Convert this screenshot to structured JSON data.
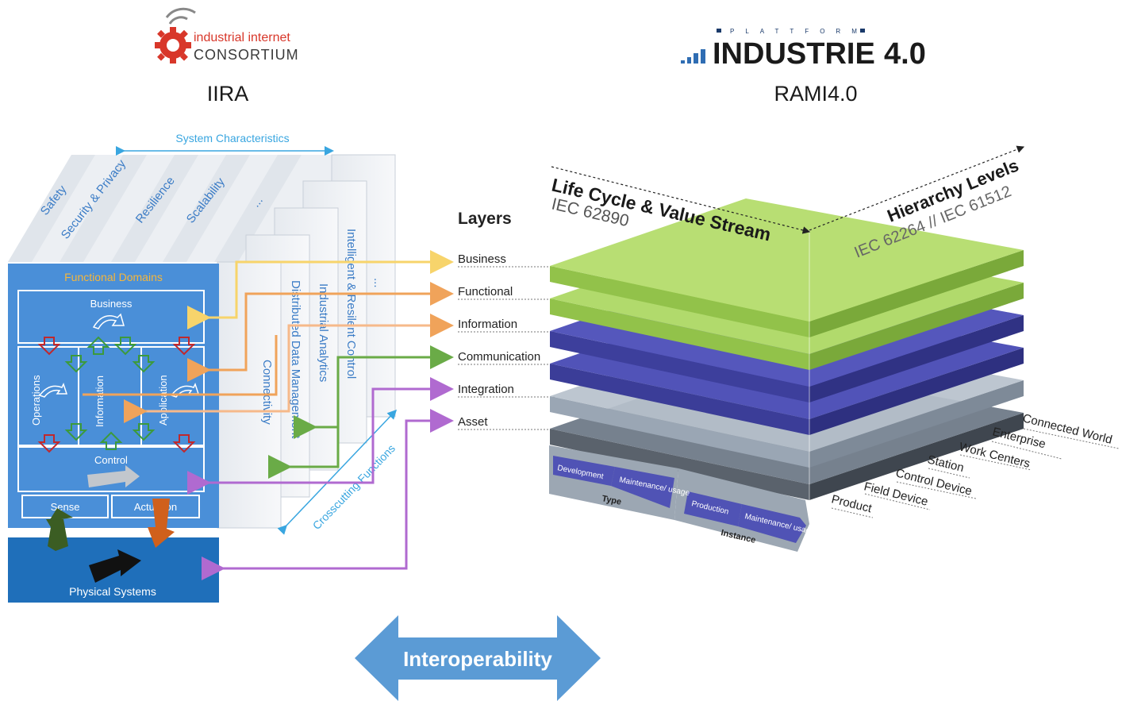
{
  "logos": {
    "iic_line1": "industrial internet",
    "iic_line2": "CONSORTIUM",
    "platform_word": "PLATTFORM",
    "industrie_word": "INDUSTRIE",
    "version": "4.0"
  },
  "titles": {
    "left": "IIRA",
    "right": "RAMI4.0"
  },
  "iira": {
    "system_characteristics": "System Characteristics",
    "characteristics": [
      "Safety",
      "Security & Privacy",
      "Resilience",
      "Scalability",
      "..."
    ],
    "functional_domains": "Functional Domains",
    "domains": {
      "business": "Business",
      "operations": "Operations",
      "information": "Information",
      "application": "Application",
      "control": "Control",
      "sense": "Sense",
      "actuation": "Actuation"
    },
    "physical_systems": "Physical Systems",
    "crosscutting_functions": "Crosscutting Functions",
    "crosscutting": [
      "Connectivity",
      "Distributed Data Management",
      "Industrial Analytics",
      "Intelligent & Resilent Control",
      "..."
    ]
  },
  "rami": {
    "layers_heading": "Layers",
    "layers": [
      "Business",
      "Functional",
      "Information",
      "Communication",
      "Integration",
      "Asset"
    ],
    "lifecycle_title": "Life Cycle & Value Stream",
    "lifecycle_standard": "IEC 62890",
    "hierarchy_title": "Hierarchy Levels",
    "hierarchy_standard": "IEC 62264 // IEC 61512",
    "hierarchy_levels": [
      "Connected World",
      "Enterprise",
      "Work Centers",
      "Station",
      "Control Device",
      "Field Device",
      "Product"
    ],
    "type_stages": [
      "Development",
      "Maintenance/ usage"
    ],
    "type_label": "Type",
    "instance_stages": [
      "Production",
      "Maintenance/ usage"
    ],
    "instance_label": "Instance"
  },
  "interoperability": "Interoperability",
  "colors": {
    "iira_blue": "#4a8fd8",
    "physical_blue": "#1f6fba",
    "characteristic_text": "#3b7cc6",
    "cyan_label": "#39a6e0",
    "orange_label": "#f6b63a",
    "arrow_yellow": "#f7d46b",
    "arrow_orange": "#f0a35a",
    "arrow_green": "#6aab47",
    "arrow_purple": "#b06ad0",
    "layer_green": "#a8d462",
    "layer_purple": "#4d4fb4",
    "layer_gray": "#8e9aa8",
    "interop_blue": "#5b9bd5"
  }
}
